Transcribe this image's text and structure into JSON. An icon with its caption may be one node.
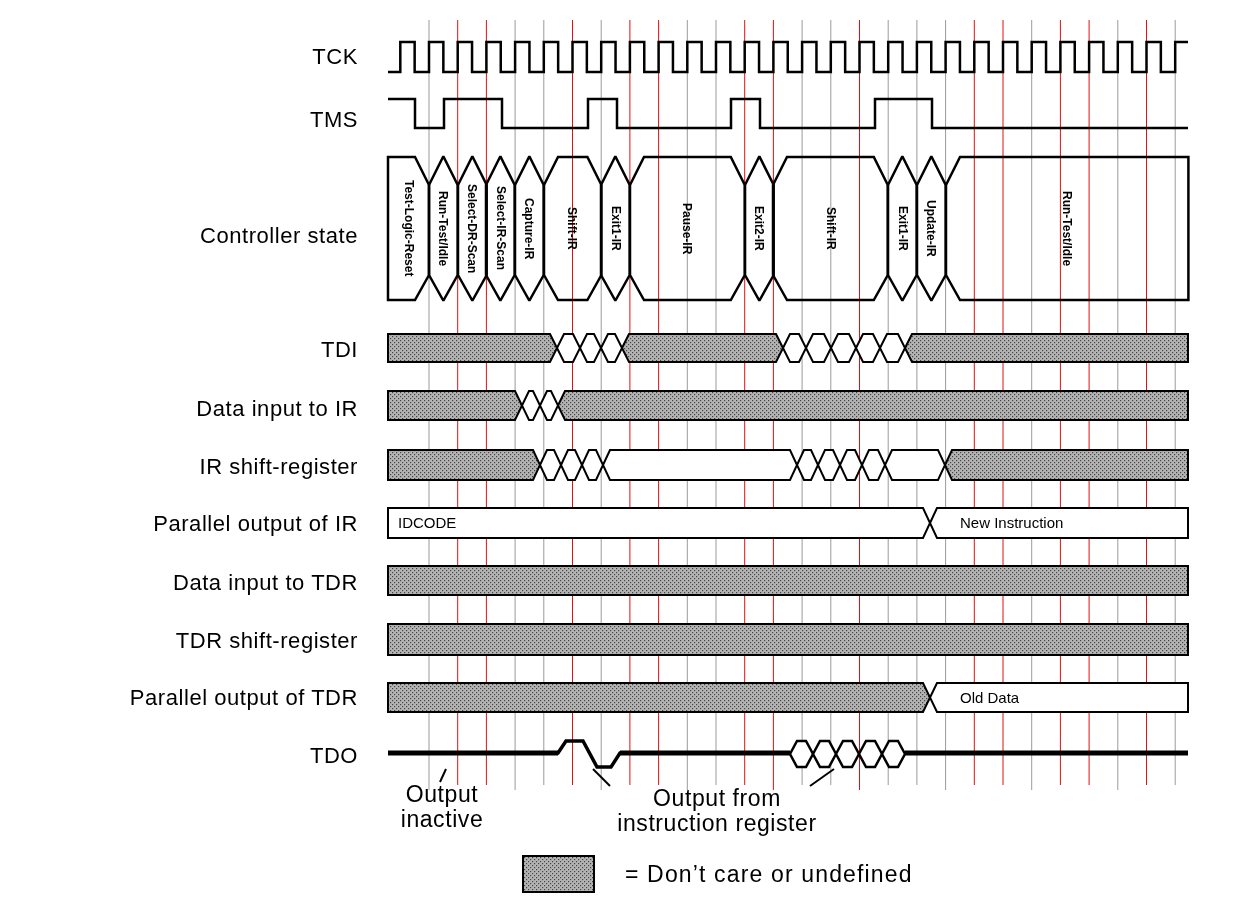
{
  "diagram": {
    "nodes": [
      {
        "text": [
          "Test-Logic-Reset"
        ]
      },
      {
        "text": [
          "Run-Test/Idle"
        ]
      },
      {
        "text": [
          "Select-DR-Scan"
        ]
      },
      {
        "text": [
          "Select-IR-Scan"
        ]
      },
      {
        "text": [
          "Capture-IR"
        ]
      },
      {
        "text": [
          "Shift-IR"
        ]
      },
      {
        "text": [
          "Exit1-IR"
        ]
      },
      {
        "text": [
          "Pause-IR"
        ]
      },
      {
        "text": [
          "Exit2-IR"
        ]
      },
      {
        "text": [
          "Shift-IR"
        ]
      },
      {
        "text": [
          "Exit1-IR"
        ]
      },
      {
        "text": [
          "Update-IR"
        ]
      },
      {
        "text": [
          "Run-Test/Idle"
        ]
      },
      {
        "text": [
          "Output inactive"
        ]
      },
      {
        "text": [
          "Output from instruction register"
        ]
      },
      {
        "text": [],
        "shape": "line"
      }
    ],
    "edges": [
      {
        "from": 13,
        "to": 15,
        "arrow": "none"
      },
      {
        "from": 14,
        "to": 15,
        "arrow": "none"
      },
      {
        "from": 14,
        "to": 15,
        "arrow": "none"
      }
    ],
    "labels": [
      "TCK",
      "TMS",
      "Controller state",
      "TDI",
      "Data input to IR",
      "IR shift-register",
      "Parallel output of IR",
      "IDCODE",
      "New Instruction",
      "Data input to TDR",
      "TDR shift-register",
      "Parallel output of TDR",
      "Old Data",
      "TDO"
    ],
    "legend": [
      {
        "text": "= Don’t care or undefined",
        "color": "#b4b4b4"
      }
    ]
  }
}
